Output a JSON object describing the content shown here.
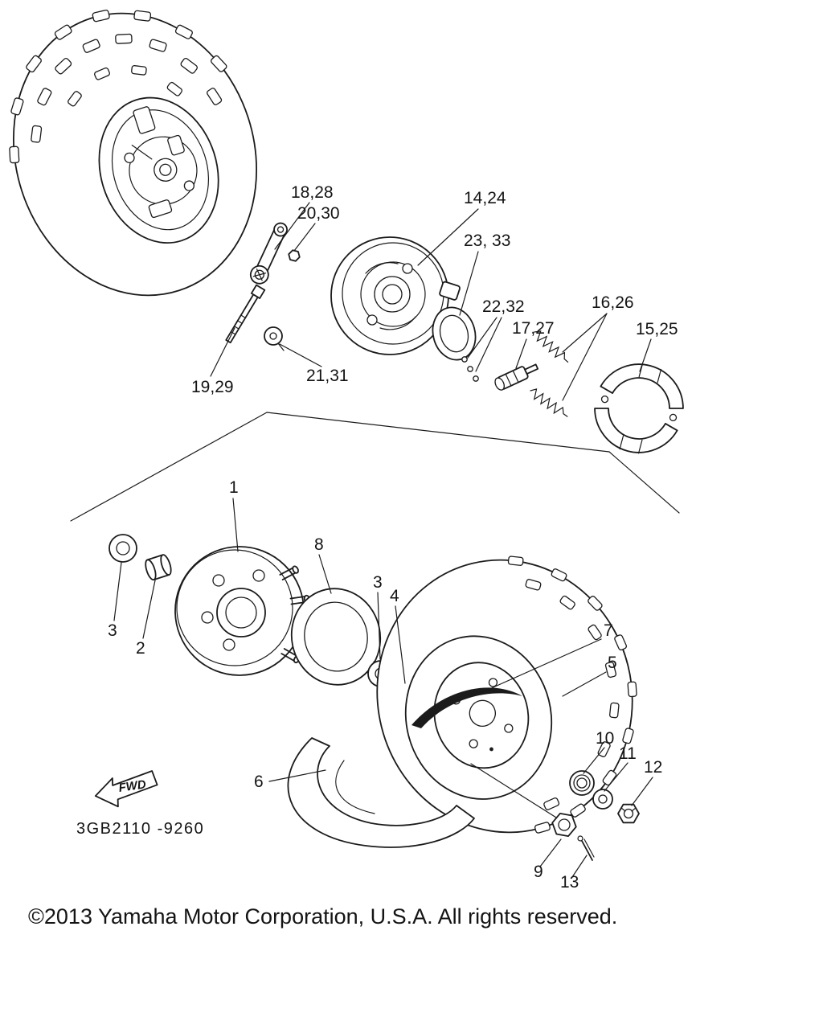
{
  "footer": {
    "copyright": "©2013 Yamaha Motor Corporation, U.S.A. All rights reserved."
  },
  "diagram": {
    "part_code": "3GB2110 -9260",
    "fwd_label": "FWD",
    "callouts": {
      "c18_28": "18,28",
      "c20_30": "20,30",
      "c14_24": "14,24",
      "c23_33": "23, 33",
      "c22_32": "22,32",
      "c16_26": "16,26",
      "c17_27": "17,27",
      "c15_25": "15,25",
      "c19_29": "19,29",
      "c21_31": "21,31",
      "c1": "1",
      "c2": "2",
      "c3": "3",
      "c4": "4",
      "c5": "5",
      "c6": "6",
      "c7": "7",
      "c8": "8",
      "c9": "9",
      "c10": "10",
      "c11": "11",
      "c12": "12",
      "c13": "13"
    }
  }
}
